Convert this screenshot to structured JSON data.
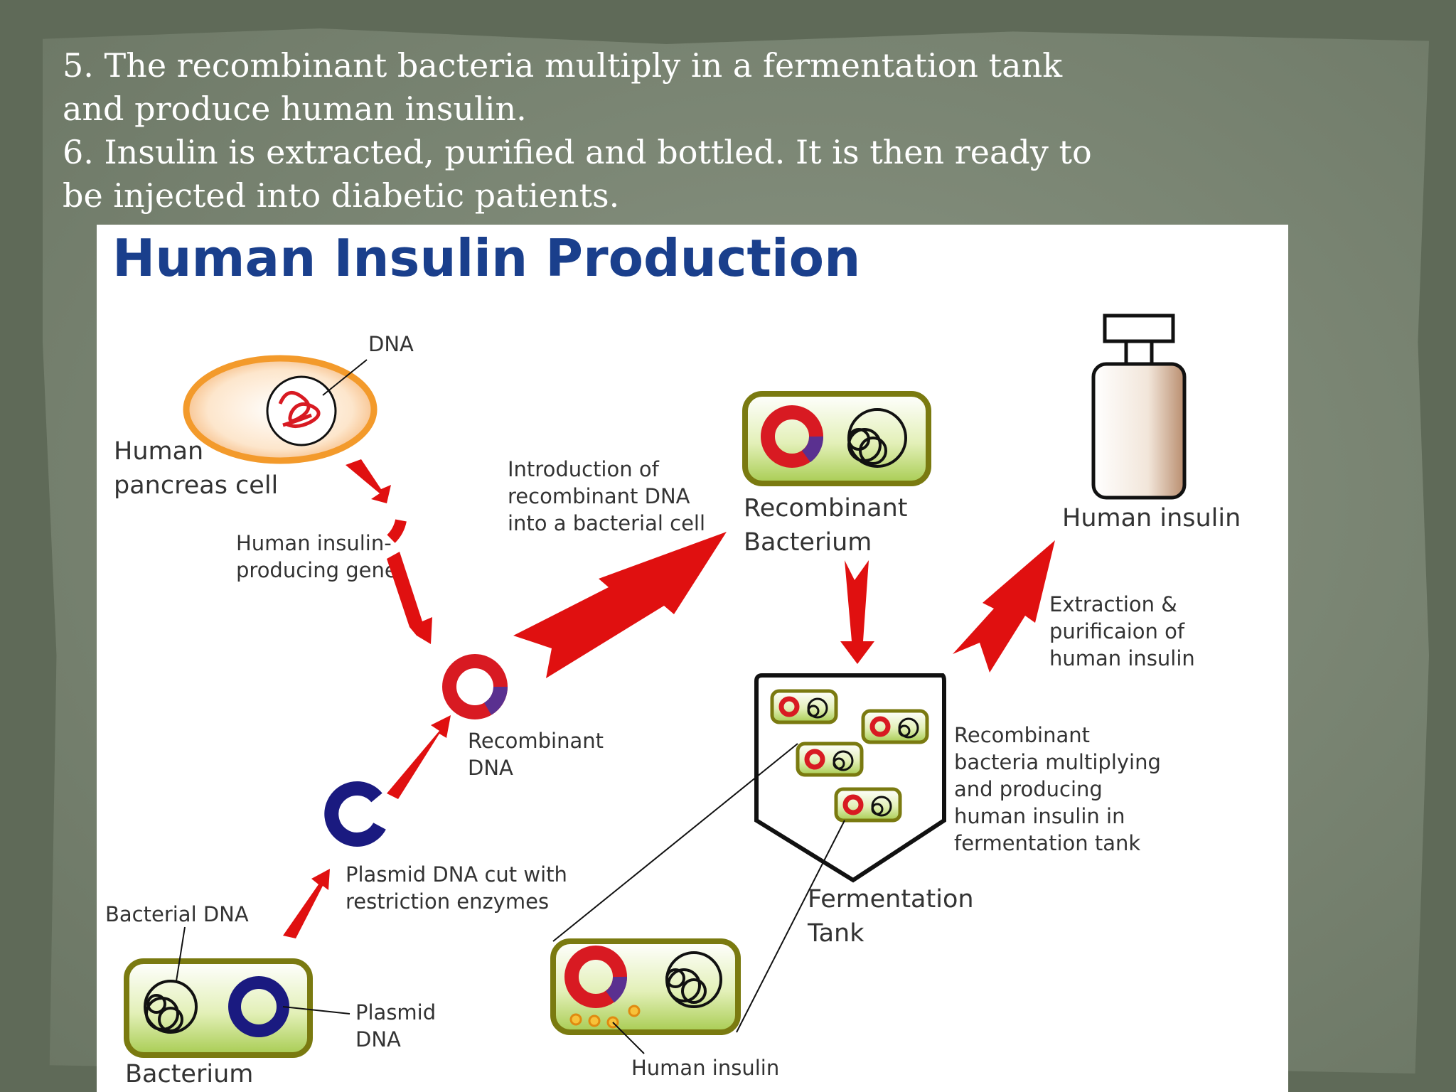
{
  "slide": {
    "text": [
      "5. The recombinant bacteria multiply in a fermentation tank and produce human insulin.",
      "6. Insulin is extracted, purified and bottled. It is then ready to be injected into diabetic patients."
    ]
  },
  "diagram": {
    "title": "Human Insulin Production",
    "labels": {
      "dna": "DNA",
      "human_1": "Human",
      "human_2": "pancreas cell",
      "gene_1": "Human insulin-",
      "gene_2": "producing gene",
      "intro_1": "Introduction of",
      "intro_2": "recombinant DNA",
      "intro_3": "into a bacterial cell",
      "recbact_1": "Recombinant",
      "recbact_2": "Bacterium",
      "bottle": "Human insulin",
      "extract_1": "Extraction &",
      "extract_2": "purificaion of",
      "extract_3": "human insulin",
      "recdna_1": "Recombinant",
      "recdna_2": "DNA",
      "multi_1": "Recombinant",
      "multi_2": "bacteria multiplying",
      "multi_3": "and producing",
      "multi_4": "human insulin in",
      "multi_5": "fermentation tank",
      "plasmidcut_1": "Plasmid DNA cut with",
      "plasmidcut_2": "restriction enzymes",
      "bactdna": "Bacterial DNA",
      "tank_1": "Fermentation",
      "tank_2": "Tank",
      "plasmid_1": "Plasmid",
      "plasmid_2": "DNA",
      "bacterium": "Bacterium",
      "insulin_small": "Human insulin"
    },
    "colors": {
      "title": "#1a3f8c",
      "arrow": "#e01010",
      "plasmid": "#1a1a80",
      "recombinant_ring": "#d81a22",
      "cell_orange": "#f39a2b",
      "cell_green": "#c8e08a"
    }
  }
}
